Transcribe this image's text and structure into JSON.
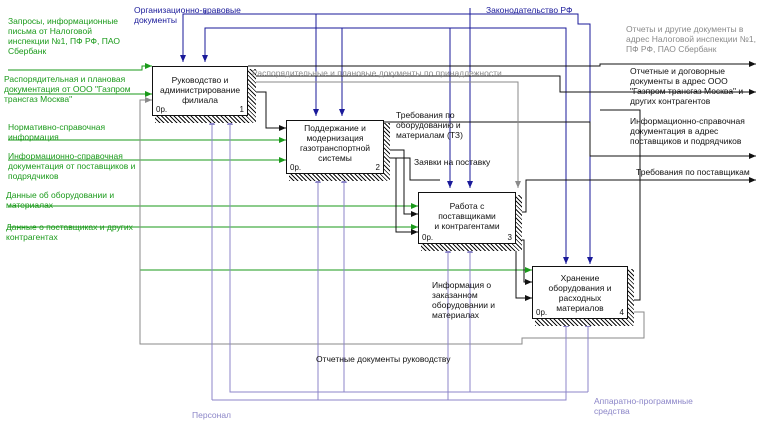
{
  "inputs": {
    "requests": "Запросы, информационные\nписьма от Налоговой\nинспекции №1, ПФ РФ, ПАО\nСбербанк",
    "plan_docs": "Распорядительная и плановая\nдокументация от ООО \"Газпром\nтрансгаз Москва\"",
    "normative": "Нормативно-справочная\nинформация",
    "info_suppliers": "Информационно-справочная\nдокументация от поставщиков и\nподрядчиков",
    "equipment_data": "Данные об оборудовании и\nматериалах",
    "supplier_data": "Данные о поставщиках и других\nконтрагентах"
  },
  "controls": {
    "org_legal": "Организационно-правовые\nдокументы",
    "legislation": "Законодательство РФ"
  },
  "outputs": {
    "reports_tax": "Отчеты и другие документы в\nадрес Налоговой инспекции №1,\nПФ РФ, ПАО Сбербанк",
    "reports_gazprom": "Отчетные и договорные\nдокументы в адрес ООО\n\"Газпром трансгаз Москва\" и\nдругих контрагентов",
    "info_to_suppliers": "Информационно-справочная\nдокументация в адрес\nпоставщиков и подрядчиков",
    "requirements_suppliers": "Требования по поставщикам"
  },
  "arrows": {
    "admin_docs": "Распорядительные и плановые документы по принадлежности",
    "requirements_equipment": "Требования по\nоборудованию и\nматериалам (ТЗ)",
    "supply_requests": "Заявки на поставку",
    "ordered_info": "Информация о\nзаказанном\nоборудовании и\nматериалах",
    "reports_management": "Отчетные документы руководству"
  },
  "mechanisms": {
    "personnel": "Персонал",
    "hardware_software": "Аппаратно-программные\nсредства"
  },
  "boxes": [
    {
      "title": "Руководство и\nадминистрирование\nфилиала",
      "cost": "0р.",
      "number": "1"
    },
    {
      "title": "Поддержание и\nмодернизация\nгазотранспортной\nсистемы",
      "cost": "0р.",
      "number": "2"
    },
    {
      "title": "Работа с поставщиками\nи контрагентами",
      "cost": "0р.",
      "number": "3"
    },
    {
      "title": "Хранение\nоборудования и\nрасходных материалов",
      "cost": "0р.",
      "number": "4"
    }
  ],
  "colors": {
    "input": "#1a9a1a",
    "control": "#1a1a9a",
    "output": "#111111",
    "mechanism": "#8c86c8",
    "feedback": "#8a8a8a"
  }
}
